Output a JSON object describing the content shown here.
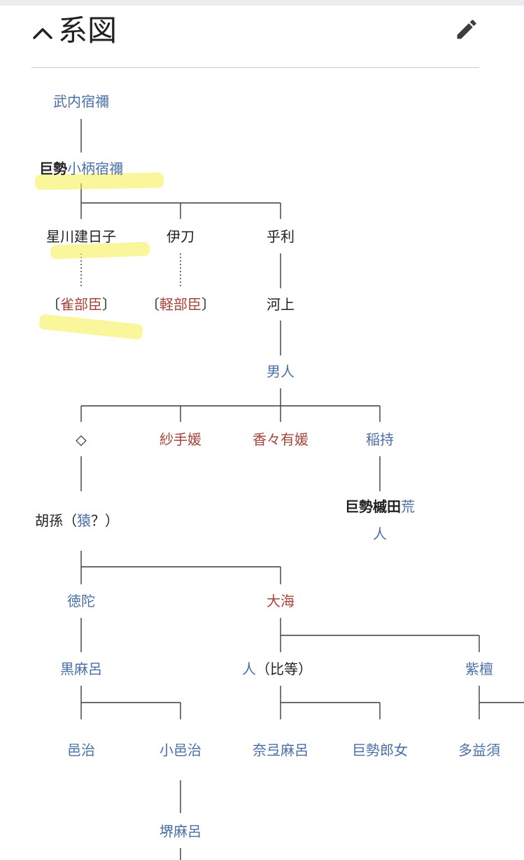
{
  "section": {
    "title": "系図",
    "collapse_icon": "chevron-up-icon",
    "edit_icon": "pencil-icon"
  },
  "colors": {
    "link": "#4a6fa5",
    "redlink": "#a5443a",
    "text": "#202122",
    "line": "#202122",
    "highlight": "#f5ef4a"
  },
  "tree": {
    "takeuchi": "武内宿禰",
    "kose_bold": "巨勢",
    "ogara": "小柄宿禰",
    "hoshikawa": "星川建日子",
    "ito": "伊刀",
    "ori": "乎利",
    "sazabe_open": "〔",
    "sazabe": "雀部臣",
    "sazabe_close": "〕",
    "karube_open": "〔",
    "karube": "軽部臣",
    "karube_close": "〕",
    "kawakami": "河上",
    "otohito": "男人",
    "diamond": "◇",
    "satehime": "紗手媛",
    "kakaarihime": "香々有媛",
    "inamochi": "稲持",
    "kose_hida_bold": "巨勢槭田",
    "ara": "荒",
    "hito": "人",
    "kohiko_a": "胡孫（",
    "kohiko_link": "猿",
    "kohiko_b": "？）",
    "tokuda": "徳陀",
    "omi": "大海",
    "kuromaro": "黒麻呂",
    "hito_hira_link": "人",
    "hito_hira_rest": "（比等）",
    "shitan": "紫檀",
    "oji": "邑治",
    "kooji": "小邑治",
    "narimaro": "奈弖麻呂",
    "kose_iratsume": "巨勢郎女",
    "tamasu": "多益須",
    "sakaimaro": "堺麻呂"
  }
}
